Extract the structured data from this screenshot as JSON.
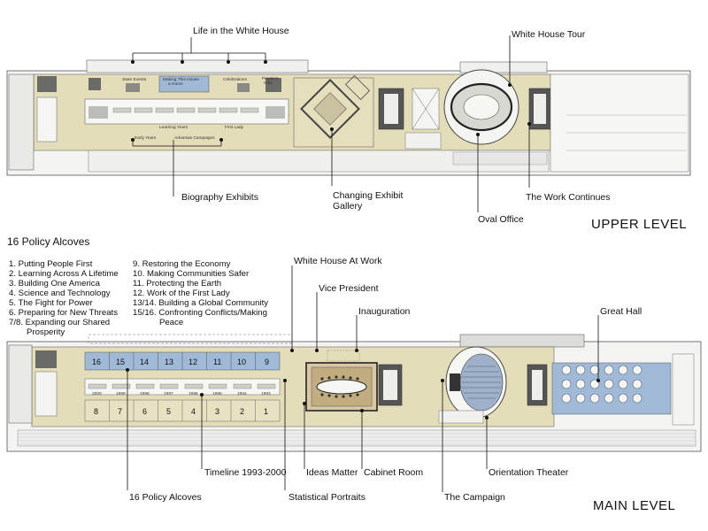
{
  "upper": {
    "level_label": "UPPER LEVEL",
    "callouts": {
      "life": "Life in the White House",
      "tour": "White House Tour",
      "biography": "Biography Exhibits",
      "changing_1": "Changing Exhibit",
      "changing_2": "Gallery",
      "oval": "Oval Office",
      "work_continues": "The Work Continues"
    },
    "room_labels": {
      "state_events": "State Events",
      "making_1": "Making This House",
      "making_2": "a Home",
      "celebrations": "Celebrations",
      "gifts_1": "People's",
      "gifts_2": "Gifts",
      "learning": "Learning Years",
      "first_lady": "First Lady",
      "early": "Early Years",
      "arkansas": "Arkansas Campaigns"
    }
  },
  "policy": {
    "heading": "16 Policy Alcoves",
    "col1": [
      "1. Putting People First",
      "2. Learning Across A Lifetime",
      "3. Building One America",
      "4. Science and Technology",
      "5. The Fight for Power",
      "6. Preparing for New Threats",
      "7/8. Expanding our Shared",
      "Prosperity"
    ],
    "col2": [
      "9. Restoring the Economy",
      "10. Making Communities Safer",
      "11. Protecting the Earth",
      "12. Work of the First Lady",
      "13/14. Building a Global Community",
      "15/16. Confronting Conflicts/Making",
      "Peace"
    ]
  },
  "main": {
    "level_label": "MAIN LEVEL",
    "callouts": {
      "whitehouse_work": "White House At Work",
      "vice_president": "Vice President",
      "inauguration": "Inauguration",
      "great_hall": "Great Hall",
      "timeline": "Timeline 1993-2000",
      "ideas": "Ideas Matter",
      "cabinet": "Cabinet Room",
      "orientation": "Orientation Theater",
      "alcoves": "16 Policy Alcoves",
      "statistical": "Statistical Portraits",
      "campaign": "The Campaign"
    },
    "alcoves_top": [
      "16",
      "15",
      "14",
      "13",
      "12",
      "11",
      "10",
      "9"
    ],
    "alcoves_bottom": [
      "8",
      "7",
      "6",
      "5",
      "4",
      "3",
      "2",
      "1"
    ],
    "timeline_years": [
      "2000",
      "1999",
      "1998",
      "1997",
      "1996",
      "1995",
      "1994",
      "1993"
    ]
  },
  "colors": {
    "floor": "#e3ddb9",
    "blue_exhibit": "#9fb9d6",
    "wall": "#d9d6c6"
  }
}
